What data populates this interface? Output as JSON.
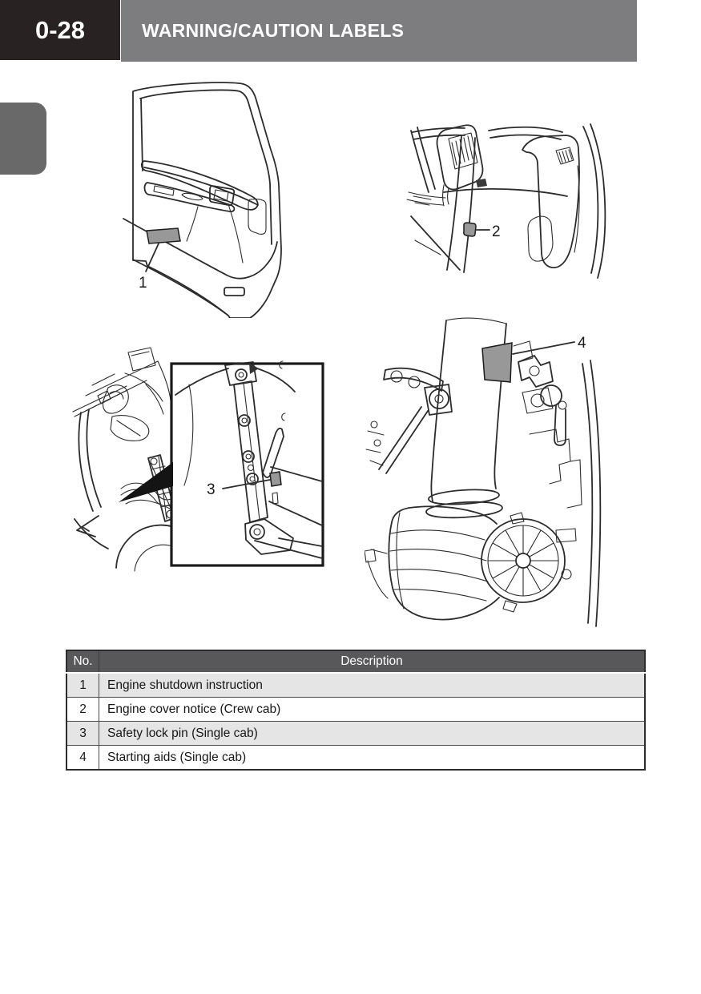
{
  "page": {
    "number": "0-28",
    "title": "WARNING/CAUTION LABELS"
  },
  "callouts": {
    "door": "1",
    "dashboard": "2",
    "lock_pin": "3",
    "starting_aids": "4"
  },
  "table": {
    "headers": {
      "no": "No.",
      "description": "Description"
    },
    "rows": [
      {
        "no": "1",
        "description": "Engine shutdown instruction"
      },
      {
        "no": "2",
        "description": "Engine cover notice (Crew cab)"
      },
      {
        "no": "3",
        "description": "Safety lock pin (Single cab)"
      },
      {
        "no": "4",
        "description": "Starting aids (Single cab)"
      }
    ]
  },
  "colors": {
    "header_black": "#282222",
    "header_gray": "#7d7d80",
    "side_tab_gray": "#696969",
    "table_header_bg": "#58585a",
    "table_alt_row_bg": "#e5e5e5",
    "warning_label_gray": "#989898"
  }
}
